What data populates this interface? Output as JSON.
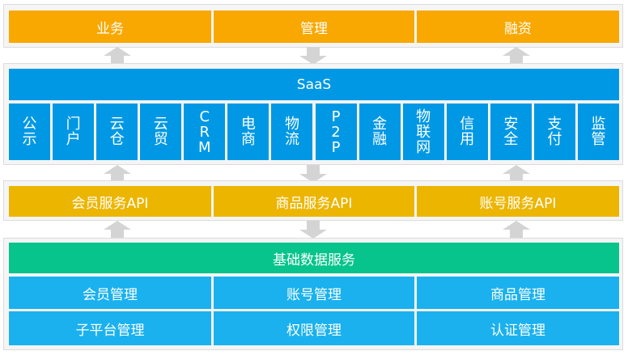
{
  "top_row": [
    "业务",
    "管理",
    "融资"
  ],
  "saas": {
    "title": "SaaS",
    "modules": [
      [
        "公",
        "示"
      ],
      [
        "门",
        "户"
      ],
      [
        "云",
        "仓"
      ],
      [
        "云",
        "贸"
      ],
      [
        "C",
        "R",
        "M"
      ],
      [
        "电",
        "商"
      ],
      [
        "物",
        "流"
      ],
      [
        "P",
        "2",
        "P"
      ],
      [
        "金",
        "融"
      ],
      [
        "物",
        "联",
        "网"
      ],
      [
        "信",
        "用"
      ],
      [
        "安",
        "全"
      ],
      [
        "支",
        "付"
      ],
      [
        "监",
        "管"
      ]
    ]
  },
  "api_row": [
    "会员服务API",
    "商品服务API",
    "账号服务API"
  ],
  "base": {
    "title": "基础数据服务",
    "row1": [
      "会员管理",
      "账号管理",
      "商品管理"
    ],
    "row2": [
      "子平台管理",
      "权限管理",
      "认证管理"
    ]
  },
  "colors": {
    "top": "#f8a800",
    "saas": "#0098e4",
    "api": "#ecb500",
    "base_title": "#06c48b",
    "base_cells": "#1ab1ee",
    "arrow": "#d4d4d4"
  }
}
